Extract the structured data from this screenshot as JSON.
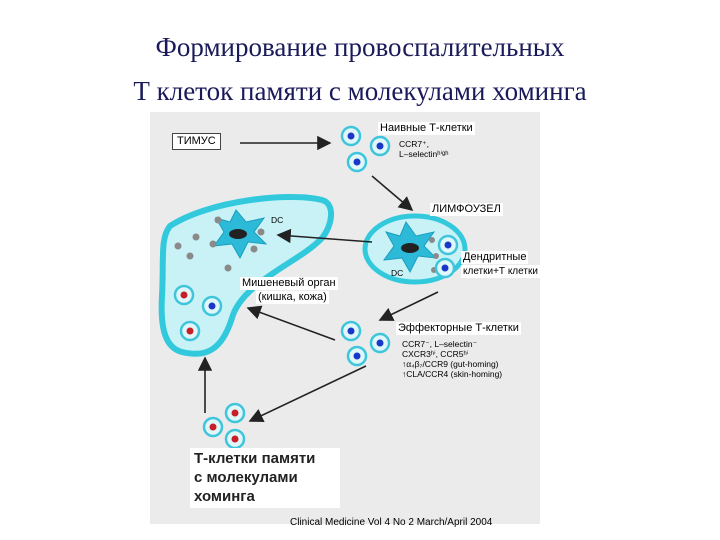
{
  "title": {
    "line1": "Формирование провоспалительных",
    "line2": "Т клеток памяти с молекулами хоминга"
  },
  "labels": {
    "thymus": "ТИМУС",
    "naive": "Наивные Т-клетки",
    "naive_markers_1": "CCR7⁺,",
    "naive_markers_2": "L–selectinʰⁱᵍʰ",
    "lymph_node": "ЛИМФОУЗЕЛ",
    "dc_tissue": "DC",
    "dc_node": "DC",
    "dendritic_1": "Дендритные",
    "dendritic_2": "клетки+Т клетки",
    "target_organ_1": "Мишеневый орган",
    "target_organ_2": "(кишка, кожа)",
    "effector": "Эффекторные Т-клетки",
    "effector_m1": "CCR7⁻, L–selectin⁻",
    "effector_m2": "CXCR3ʰⁱ, CCR5ʰⁱ",
    "effector_m3": "↑α₄β₇/CCR9 (gut-homing)",
    "effector_m4": "↑CLA/CCR4 (skin-homing)",
    "memory_1": "Т-клетки памяти",
    "memory_2": "с молекулами",
    "memory_3": "хоминга",
    "citation": "Clinical Medicine  Vol 4  No 2  March/April 2004"
  },
  "colors": {
    "organ_fill": "#c8f2f6",
    "organ_stroke": "#33c9dc",
    "cell_ring": "#3fc5db",
    "blue_nucleus": "#1a38c8",
    "red_nucleus": "#c81e28",
    "dc_body": "#2db9d8",
    "grey_dot": "#8a8a8a",
    "arrow": "#222222"
  }
}
